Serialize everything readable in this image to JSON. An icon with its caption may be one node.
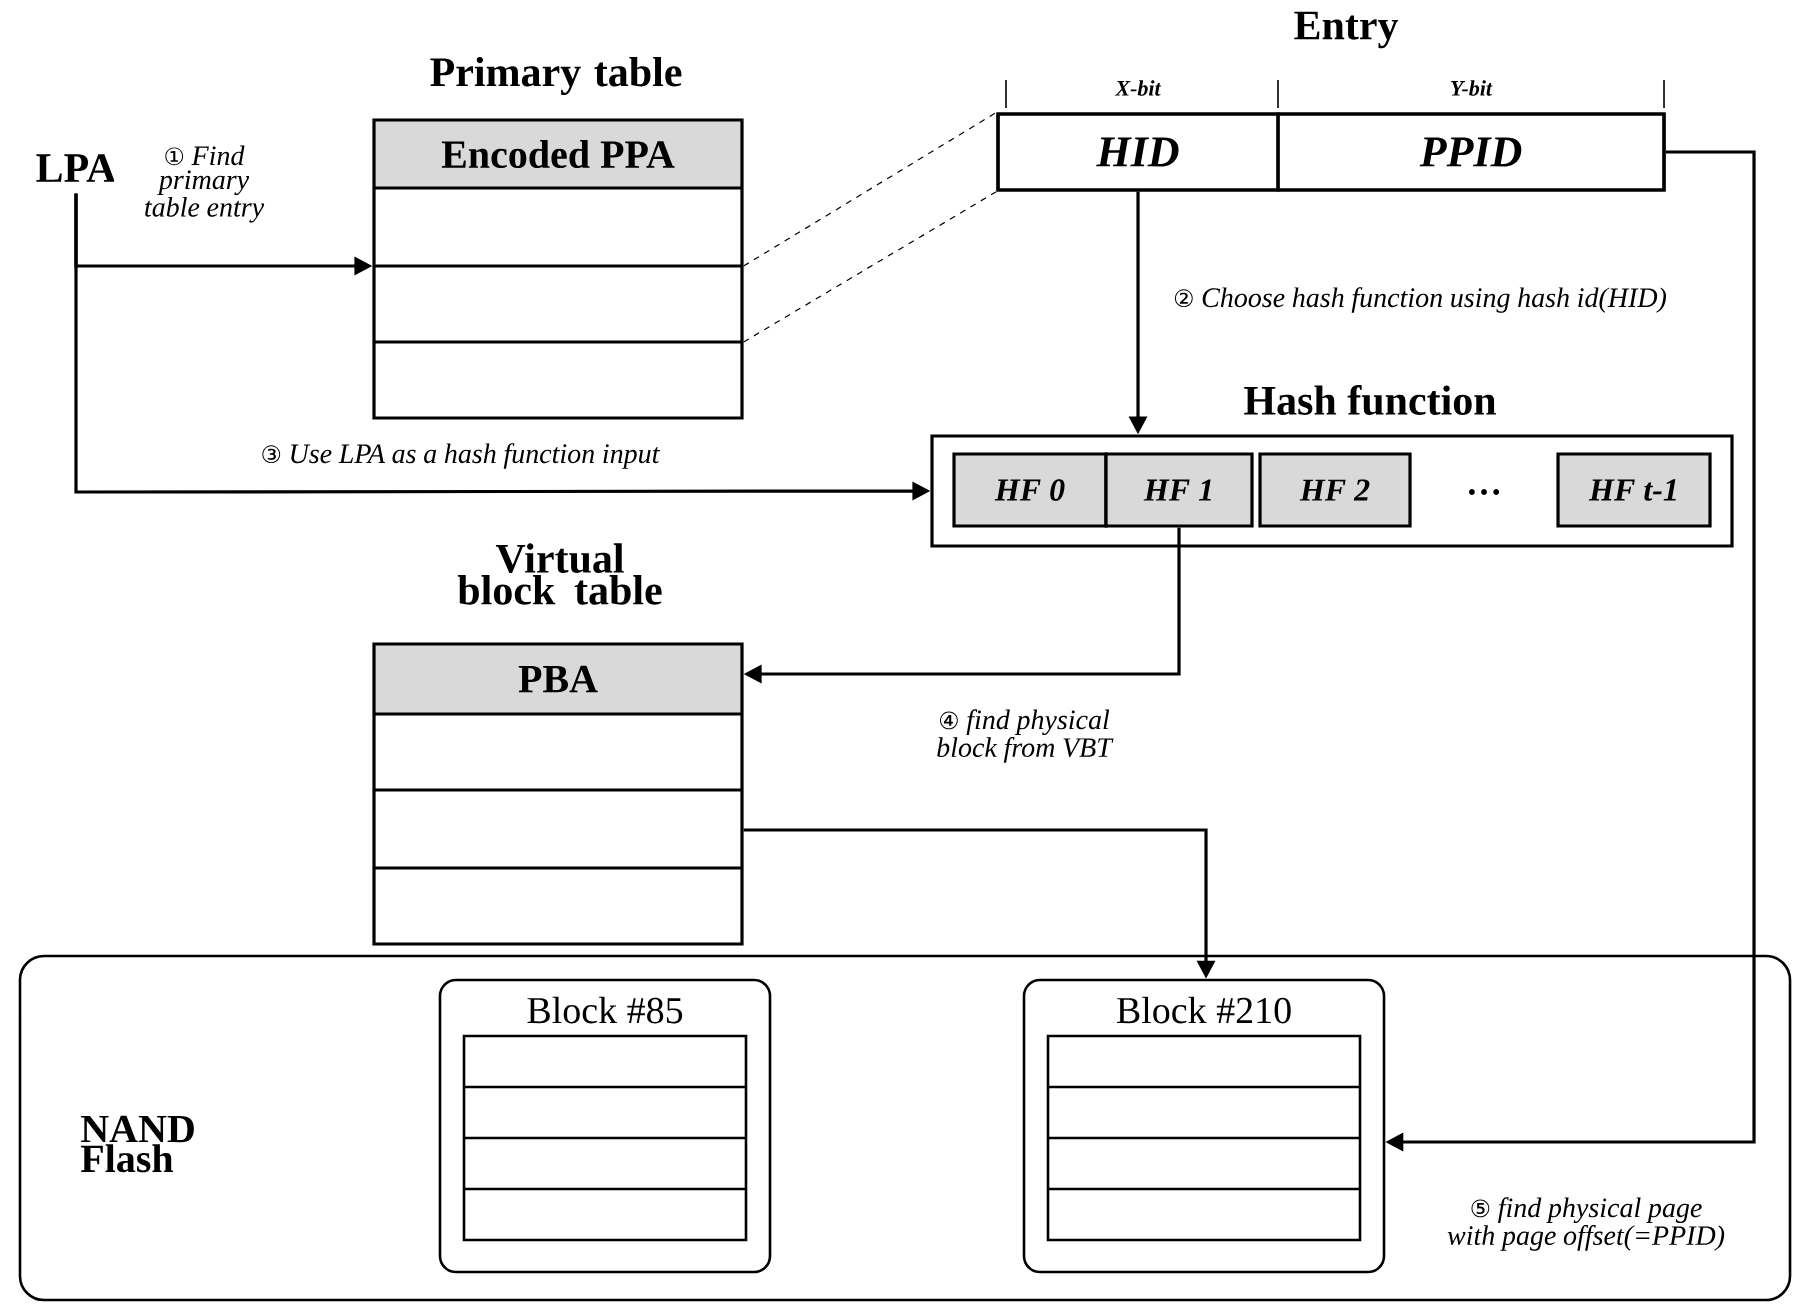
{
  "diagram": {
    "nodes": [
      {
        "text": [
          "LPA"
        ]
      },
      {
        "text": [
          "Primary table",
          "Encoded PPA"
        ]
      },
      {
        "text": [
          "Entry"
        ]
      },
      {
        "text": [
          "HID"
        ],
        "in": 2,
        "beside": [
          "X-bit"
        ]
      },
      {
        "text": [
          "PPID"
        ],
        "in": 2,
        "beside": [
          "Y-bit"
        ]
      },
      {
        "text": [
          "Hash function"
        ]
      },
      {
        "text": [
          "HF 0"
        ],
        "in": 5
      },
      {
        "text": [
          "HF 1"
        ],
        "in": 5
      },
      {
        "text": [
          "HF 2"
        ],
        "in": 5
      },
      {
        "text": [
          "HF t-1"
        ],
        "in": 5
      },
      {
        "text": [
          "Virtual block table",
          "PBA"
        ]
      },
      {
        "text": [
          "NAND Flash"
        ]
      },
      {
        "text": [
          "Block #85"
        ],
        "in": 11
      },
      {
        "text": [
          "Block #210"
        ],
        "in": 11
      }
    ],
    "edges": [
      {
        "from": 0,
        "to": 1,
        "arrow": "to",
        "label": "① Find primary table entry"
      },
      {
        "from": 0,
        "to": 5,
        "arrow": "to",
        "label": "③ Use LPA as a hash function input"
      },
      {
        "from": 3,
        "to": 5,
        "arrow": "to",
        "label": "② Choose hash function using hash id(HID)"
      },
      {
        "from": 7,
        "to": 10,
        "arrow": "to",
        "label": "④ find physical block from VBT"
      },
      {
        "from": 10,
        "to": 13,
        "arrow": "to"
      },
      {
        "from": 4,
        "to": 13,
        "arrow": "to",
        "label": "⑤ find physical page with page offset(=PPID)"
      },
      {
        "from": 1,
        "to": 2,
        "arrow": "none",
        "style": "dashed"
      },
      {
        "from": 1,
        "to": 2,
        "arrow": "none",
        "style": "dashed"
      }
    ],
    "labels": [
      "…"
    ]
  }
}
